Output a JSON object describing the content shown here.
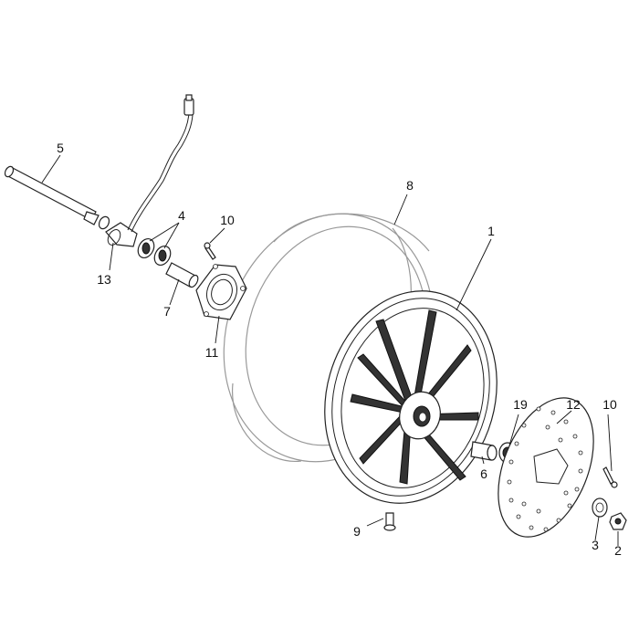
{
  "labels": {
    "p1": "1",
    "p2": "2",
    "p3": "3",
    "p4": "4",
    "p5": "5",
    "p6": "6",
    "p7": "7",
    "p8": "8",
    "p9": "9",
    "p10a": "10",
    "p10b": "10",
    "p11": "11",
    "p12": "12",
    "p13": "13",
    "p19": "19"
  }
}
